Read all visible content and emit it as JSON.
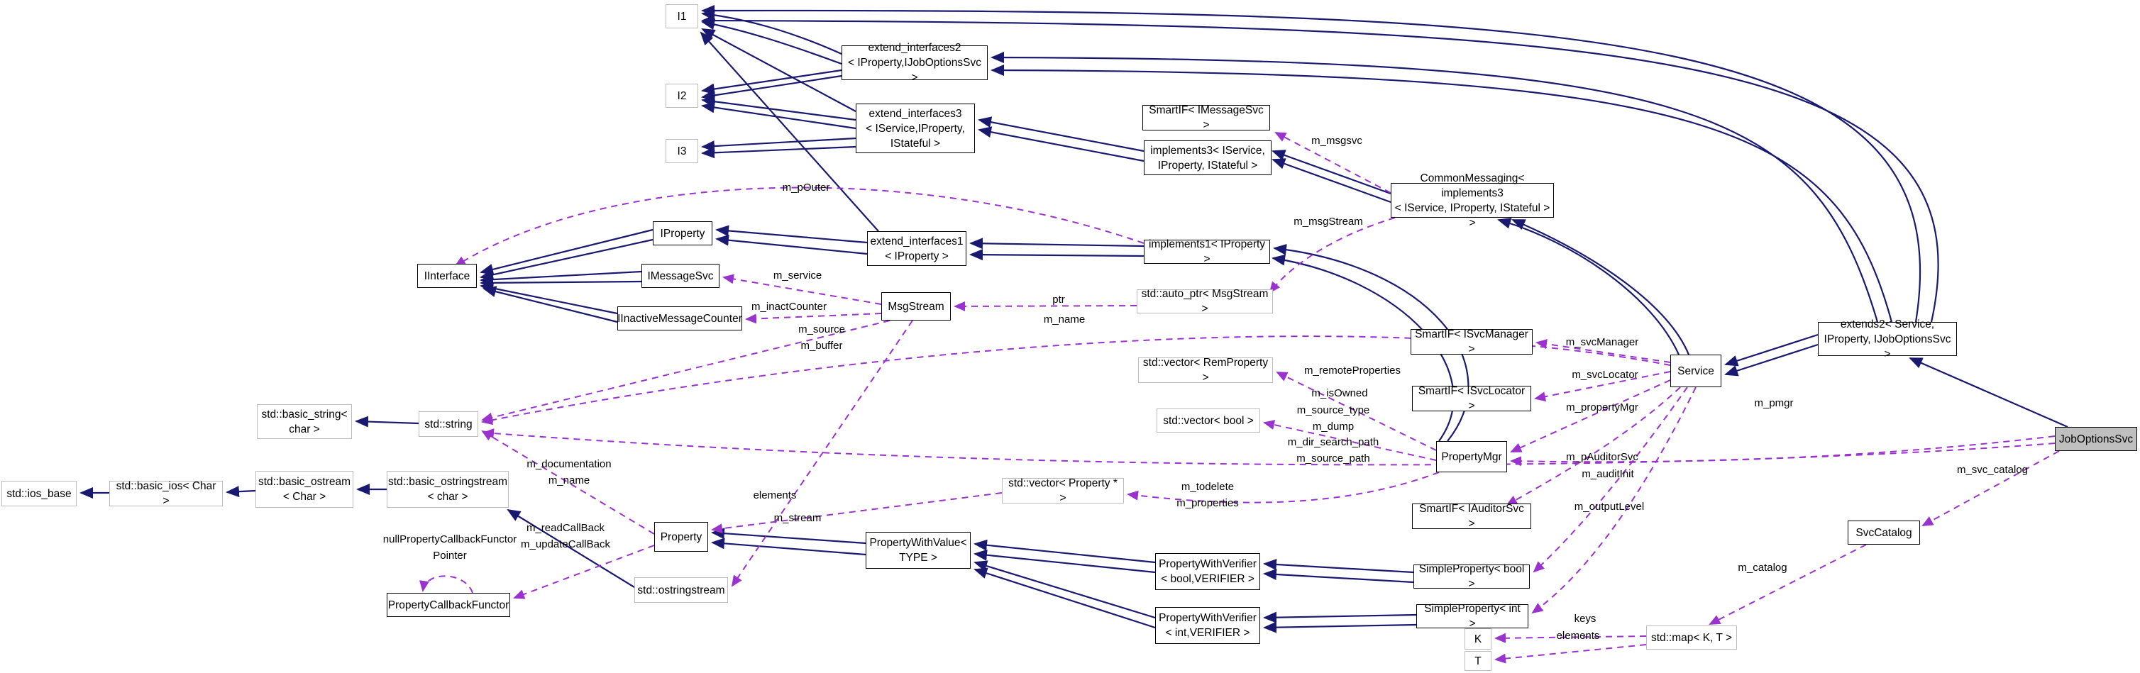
{
  "diagram": {
    "title": "JobOptionsSvc collaboration graph",
    "focus_class": "JobOptionsSvc",
    "colors": {
      "background": "#ffffff",
      "inheritance_edge": "#191970",
      "usage_edge": "#9a32cd",
      "class_border": "#000000",
      "external_border": "#bcbcbc",
      "focus_fill": "#bfbfbf",
      "text": "#000000"
    },
    "nodes": [
      {
        "id": "I1",
        "kind": "external",
        "lines": [
          "I1"
        ]
      },
      {
        "id": "I2",
        "kind": "external",
        "lines": [
          "I2"
        ]
      },
      {
        "id": "I3",
        "kind": "external",
        "lines": [
          "I3"
        ]
      },
      {
        "id": "extend_interfaces2",
        "kind": "project",
        "lines": [
          "extend_interfaces2",
          "< IProperty,IJobOptionsSvc >"
        ]
      },
      {
        "id": "extend_interfaces3",
        "kind": "project",
        "lines": [
          "extend_interfaces3",
          "< IService,IProperty,",
          "IStateful >"
        ]
      },
      {
        "id": "SmartIF_IMessageSvc",
        "kind": "project",
        "lines": [
          "SmartIF< IMessageSvc >"
        ]
      },
      {
        "id": "implements3",
        "kind": "project",
        "lines": [
          "implements3< IService,",
          "IProperty, IStateful >"
        ]
      },
      {
        "id": "CommonMessaging",
        "kind": "project",
        "lines": [
          "CommonMessaging< implements3",
          "< IService, IProperty, IStateful > >"
        ]
      },
      {
        "id": "IProperty",
        "kind": "project",
        "lines": [
          "IProperty"
        ]
      },
      {
        "id": "extend_interfaces1",
        "kind": "project",
        "lines": [
          "extend_interfaces1",
          "< IProperty >"
        ]
      },
      {
        "id": "implements1",
        "kind": "project",
        "lines": [
          "implements1< IProperty >"
        ]
      },
      {
        "id": "IInterface",
        "kind": "project",
        "lines": [
          "IInterface"
        ]
      },
      {
        "id": "IMessageSvc",
        "kind": "project",
        "lines": [
          "IMessageSvc"
        ]
      },
      {
        "id": "auto_ptr_MsgStream",
        "kind": "external",
        "lines": [
          "std::auto_ptr< MsgStream >"
        ]
      },
      {
        "id": "IInactiveMessageCounter",
        "kind": "project",
        "lines": [
          "IInactiveMessageCounter"
        ]
      },
      {
        "id": "MsgStream",
        "kind": "project",
        "lines": [
          "MsgStream"
        ]
      },
      {
        "id": "SmartIF_ISvcManager",
        "kind": "project",
        "lines": [
          "SmartIF< ISvcManager >"
        ]
      },
      {
        "id": "vector_RemProperty",
        "kind": "external",
        "lines": [
          "std::vector< RemProperty >"
        ]
      },
      {
        "id": "SmartIF_ISvcLocator",
        "kind": "project",
        "lines": [
          "SmartIF< ISvcLocator >"
        ]
      },
      {
        "id": "vector_bool",
        "kind": "external",
        "lines": [
          "std::vector< bool >"
        ]
      },
      {
        "id": "PropertyMgr",
        "kind": "project",
        "lines": [
          "PropertyMgr"
        ]
      },
      {
        "id": "Service",
        "kind": "project",
        "lines": [
          "Service"
        ]
      },
      {
        "id": "extends2",
        "kind": "project",
        "lines": [
          "extends2< Service,",
          "IProperty, IJobOptionsSvc >"
        ]
      },
      {
        "id": "JobOptionsSvc",
        "kind": "focus",
        "lines": [
          "JobOptionsSvc"
        ]
      },
      {
        "id": "basic_string",
        "kind": "external",
        "lines": [
          "std::basic_string<",
          "char >"
        ]
      },
      {
        "id": "string",
        "kind": "external",
        "lines": [
          "std::string"
        ]
      },
      {
        "id": "ios_base",
        "kind": "external",
        "lines": [
          "std::ios_base"
        ]
      },
      {
        "id": "basic_ios",
        "kind": "external",
        "lines": [
          "std::basic_ios< Char >"
        ]
      },
      {
        "id": "basic_ostream",
        "kind": "external",
        "lines": [
          "std::basic_ostream",
          "< Char >"
        ]
      },
      {
        "id": "basic_ostringstream",
        "kind": "external",
        "lines": [
          "std::basic_ostringstream",
          "< char >"
        ]
      },
      {
        "id": "PropertyCallbackFunctor",
        "kind": "project",
        "lines": [
          "PropertyCallbackFunctor"
        ]
      },
      {
        "id": "Property",
        "kind": "project",
        "lines": [
          "Property"
        ]
      },
      {
        "id": "ostringstream",
        "kind": "external",
        "lines": [
          "std::ostringstream"
        ]
      },
      {
        "id": "PropertyWithValue",
        "kind": "project",
        "lines": [
          "PropertyWithValue<",
          "TYPE >"
        ]
      },
      {
        "id": "vector_PropertyStar",
        "kind": "external",
        "lines": [
          "std::vector< Property * >"
        ]
      },
      {
        "id": "SmartIF_IAuditorSvc",
        "kind": "project",
        "lines": [
          "SmartIF< IAuditorSvc >"
        ]
      },
      {
        "id": "PropertyWithVerifier_bool",
        "kind": "project",
        "lines": [
          "PropertyWithVerifier",
          "< bool,VERIFIER >"
        ]
      },
      {
        "id": "SimpleProperty_bool",
        "kind": "project",
        "lines": [
          "SimpleProperty< bool >"
        ]
      },
      {
        "id": "PropertyWithVerifier_int",
        "kind": "project",
        "lines": [
          "PropertyWithVerifier",
          "< int,VERIFIER >"
        ]
      },
      {
        "id": "SimpleProperty_int",
        "kind": "project",
        "lines": [
          "SimpleProperty< int >"
        ]
      },
      {
        "id": "SvcCatalog",
        "kind": "project",
        "lines": [
          "SvcCatalog"
        ]
      },
      {
        "id": "map_KT",
        "kind": "external",
        "lines": [
          "std::map< K, T >"
        ]
      },
      {
        "id": "K",
        "kind": "external",
        "lines": [
          "K"
        ]
      },
      {
        "id": "T",
        "kind": "external",
        "lines": [
          "T"
        ]
      }
    ],
    "edges": [
      {
        "id": "e1",
        "from": "IProperty",
        "to": "IInterface",
        "relation": "inherits"
      },
      {
        "id": "e2",
        "from": "IProperty",
        "to": "IInterface",
        "relation": "inherits"
      },
      {
        "id": "e3",
        "from": "IMessageSvc",
        "to": "IInterface",
        "relation": "inherits"
      },
      {
        "id": "e4",
        "from": "IMessageSvc",
        "to": "IInterface",
        "relation": "inherits"
      },
      {
        "id": "e5",
        "from": "IInactiveMessageCounter",
        "to": "IInterface",
        "relation": "inherits"
      },
      {
        "id": "e6",
        "from": "IInactiveMessageCounter",
        "to": "IInterface",
        "relation": "inherits"
      },
      {
        "id": "e7",
        "from": "extend_interfaces1",
        "to": "IProperty",
        "relation": "inherits"
      },
      {
        "id": "e8",
        "from": "extend_interfaces1",
        "to": "IProperty",
        "relation": "inherits"
      },
      {
        "id": "e9",
        "from": "implements1",
        "to": "extend_interfaces1",
        "relation": "inherits"
      },
      {
        "id": "e10",
        "from": "implements1",
        "to": "extend_interfaces1",
        "relation": "inherits"
      },
      {
        "id": "e11",
        "from": "PropertyMgr",
        "to": "implements1",
        "relation": "inherits"
      },
      {
        "id": "e12",
        "from": "PropertyMgr",
        "to": "implements1",
        "relation": "inherits"
      },
      {
        "id": "e13",
        "from": "extend_interfaces2",
        "to": "I1",
        "relation": "inherits"
      },
      {
        "id": "e14",
        "from": "extend_interfaces2",
        "to": "I1",
        "relation": "inherits"
      },
      {
        "id": "e15",
        "from": "extend_interfaces2",
        "to": "I2",
        "relation": "inherits"
      },
      {
        "id": "e16",
        "from": "extend_interfaces2",
        "to": "I2",
        "relation": "inherits"
      },
      {
        "id": "e17",
        "from": "extend_interfaces3",
        "to": "I1",
        "relation": "inherits"
      },
      {
        "id": "e18",
        "from": "extend_interfaces3",
        "to": "I2",
        "relation": "inherits"
      },
      {
        "id": "e19",
        "from": "extend_interfaces3",
        "to": "I2",
        "relation": "inherits"
      },
      {
        "id": "e20",
        "from": "extend_interfaces3",
        "to": "I3",
        "relation": "inherits"
      },
      {
        "id": "e21",
        "from": "extend_interfaces3",
        "to": "I3",
        "relation": "inherits"
      },
      {
        "id": "e22",
        "from": "extend_interfaces1",
        "to": "I1",
        "relation": "inherits"
      },
      {
        "id": "e23",
        "from": "implements3",
        "to": "extend_interfaces3",
        "relation": "inherits"
      },
      {
        "id": "e24",
        "from": "implements3",
        "to": "extend_interfaces3",
        "relation": "inherits"
      },
      {
        "id": "e25",
        "from": "CommonMessaging",
        "to": "implements3",
        "relation": "inherits"
      },
      {
        "id": "e26",
        "from": "CommonMessaging",
        "to": "implements3",
        "relation": "inherits"
      },
      {
        "id": "e27",
        "from": "Service",
        "to": "CommonMessaging",
        "relation": "inherits"
      },
      {
        "id": "e28",
        "from": "Service",
        "to": "CommonMessaging",
        "relation": "inherits"
      },
      {
        "id": "e29",
        "from": "extends2",
        "to": "Service",
        "relation": "inherits"
      },
      {
        "id": "e30",
        "from": "extends2",
        "to": "Service",
        "relation": "inherits"
      },
      {
        "id": "e31",
        "from": "JobOptionsSvc",
        "to": "extends2",
        "relation": "inherits"
      },
      {
        "id": "e32",
        "from": "extends2",
        "to": "extend_interfaces2",
        "relation": "inherits"
      },
      {
        "id": "e33",
        "from": "extends2",
        "to": "extend_interfaces2",
        "relation": "inherits"
      },
      {
        "id": "e34",
        "from": "extends2",
        "to": "I1",
        "relation": "inherits"
      },
      {
        "id": "e35",
        "from": "extends2",
        "to": "I1",
        "relation": "inherits"
      },
      {
        "id": "e36",
        "from": "PropertyWithValue",
        "to": "Property",
        "relation": "inherits"
      },
      {
        "id": "e37",
        "from": "PropertyWithValue",
        "to": "Property",
        "relation": "inherits"
      },
      {
        "id": "e38",
        "from": "PropertyWithVerifier_bool",
        "to": "PropertyWithValue",
        "relation": "inherits"
      },
      {
        "id": "e39",
        "from": "PropertyWithVerifier_bool",
        "to": "PropertyWithValue",
        "relation": "inherits"
      },
      {
        "id": "e40",
        "from": "PropertyWithVerifier_int",
        "to": "PropertyWithValue",
        "relation": "inherits"
      },
      {
        "id": "e41",
        "from": "PropertyWithVerifier_int",
        "to": "PropertyWithValue",
        "relation": "inherits"
      },
      {
        "id": "e42",
        "from": "SimpleProperty_bool",
        "to": "PropertyWithVerifier_bool",
        "relation": "inherits"
      },
      {
        "id": "e43",
        "from": "SimpleProperty_bool",
        "to": "PropertyWithVerifier_bool",
        "relation": "inherits"
      },
      {
        "id": "e44",
        "from": "SimpleProperty_int",
        "to": "PropertyWithVerifier_int",
        "relation": "inherits"
      },
      {
        "id": "e45",
        "from": "SimpleProperty_int",
        "to": "PropertyWithVerifier_int",
        "relation": "inherits"
      },
      {
        "id": "e46",
        "from": "string",
        "to": "basic_string",
        "relation": "inherits"
      },
      {
        "id": "e47",
        "from": "basic_ios",
        "to": "ios_base",
        "relation": "inherits"
      },
      {
        "id": "e48",
        "from": "basic_ostream",
        "to": "basic_ios",
        "relation": "inherits"
      },
      {
        "id": "e49",
        "from": "basic_ostringstream",
        "to": "basic_ostream",
        "relation": "inherits"
      },
      {
        "id": "e50",
        "from": "ostringstream",
        "to": "basic_ostringstream",
        "relation": "inherits"
      },
      {
        "id": "u1",
        "from": "CommonMessaging",
        "to": "SmartIF_IMessageSvc",
        "relation": "uses",
        "label": "m_msgsvc"
      },
      {
        "id": "u2",
        "from": "CommonMessaging",
        "to": "auto_ptr_MsgStream",
        "relation": "uses",
        "label": "m_msgStream"
      },
      {
        "id": "u3",
        "from": "auto_ptr_MsgStream",
        "to": "MsgStream",
        "relation": "uses",
        "label": "ptr"
      },
      {
        "id": "u4",
        "from": "implements1",
        "to": "IInterface",
        "relation": "uses",
        "label": "m_pOuter"
      },
      {
        "id": "u5",
        "from": "MsgStream",
        "to": "IMessageSvc",
        "relation": "uses",
        "label": "m_service"
      },
      {
        "id": "u6",
        "from": "MsgStream",
        "to": "IInactiveMessageCounter",
        "relation": "uses",
        "label": "m_inactCounter"
      },
      {
        "id": "u7",
        "from": "MsgStream",
        "to": "string",
        "relation": "uses",
        "label": "m_source\nm_buffer"
      },
      {
        "id": "u8",
        "from": "MsgStream",
        "to": "ostringstream",
        "relation": "uses",
        "label": "m_stream"
      },
      {
        "id": "u9",
        "from": "Service",
        "to": "string",
        "relation": "uses",
        "label": "m_name"
      },
      {
        "id": "u10",
        "from": "Service",
        "to": "SmartIF_ISvcManager",
        "relation": "uses",
        "label": "m_svcManager"
      },
      {
        "id": "u11",
        "from": "Service",
        "to": "SmartIF_ISvcLocator",
        "relation": "uses",
        "label": "m_svcLocator"
      },
      {
        "id": "u12",
        "from": "Service",
        "to": "PropertyMgr",
        "relation": "uses",
        "label": "m_propertyMgr"
      },
      {
        "id": "u13",
        "from": "Service",
        "to": "SmartIF_IAuditorSvc",
        "relation": "uses",
        "label": "m_pAuditorSvc"
      },
      {
        "id": "u14",
        "from": "Service",
        "to": "SimpleProperty_bool",
        "relation": "uses",
        "label": "m_auditInit"
      },
      {
        "id": "u15",
        "from": "Service",
        "to": "SimpleProperty_int",
        "relation": "uses",
        "label": "m_outputLevel"
      },
      {
        "id": "u16",
        "from": "JobOptionsSvc",
        "to": "PropertyMgr",
        "relation": "uses",
        "label": "m_pmgr"
      },
      {
        "id": "u17",
        "from": "JobOptionsSvc",
        "to": "string",
        "relation": "uses",
        "label": "m_source_type\nm_dump\nm_dir_search_path\nm_source_path"
      },
      {
        "id": "u18",
        "from": "PropertyMgr",
        "to": "vector_RemProperty",
        "relation": "uses",
        "label": "m_remoteProperties"
      },
      {
        "id": "u19",
        "from": "PropertyMgr",
        "to": "vector_bool",
        "relation": "uses",
        "label": "m_isOwned"
      },
      {
        "id": "u20",
        "from": "PropertyMgr",
        "to": "vector_PropertyStar",
        "relation": "uses",
        "label": "m_todelete\nm_properties"
      },
      {
        "id": "u21",
        "from": "vector_PropertyStar",
        "to": "Property",
        "relation": "uses",
        "label": "elements"
      },
      {
        "id": "u22",
        "from": "Property",
        "to": "string",
        "relation": "uses",
        "label": "m_documentation\nm_name"
      },
      {
        "id": "u23",
        "from": "Property",
        "to": "PropertyCallbackFunctor",
        "relation": "uses",
        "label": "m_readCallBack\nm_updateCallBack"
      },
      {
        "id": "u24",
        "from": "PropertyCallbackFunctor",
        "to": "PropertyCallbackFunctor",
        "relation": "uses",
        "label": "nullPropertyCallbackFunctor\nPointer"
      },
      {
        "id": "u25",
        "from": "JobOptionsSvc",
        "to": "SvcCatalog",
        "relation": "uses",
        "label": "m_svc_catalog"
      },
      {
        "id": "u26",
        "from": "SvcCatalog",
        "to": "map_KT",
        "relation": "uses",
        "label": "m_catalog"
      },
      {
        "id": "u27",
        "from": "map_KT",
        "to": "K",
        "relation": "uses",
        "label": "keys"
      },
      {
        "id": "u28",
        "from": "map_KT",
        "to": "T",
        "relation": "uses",
        "label": "elements"
      }
    ]
  }
}
